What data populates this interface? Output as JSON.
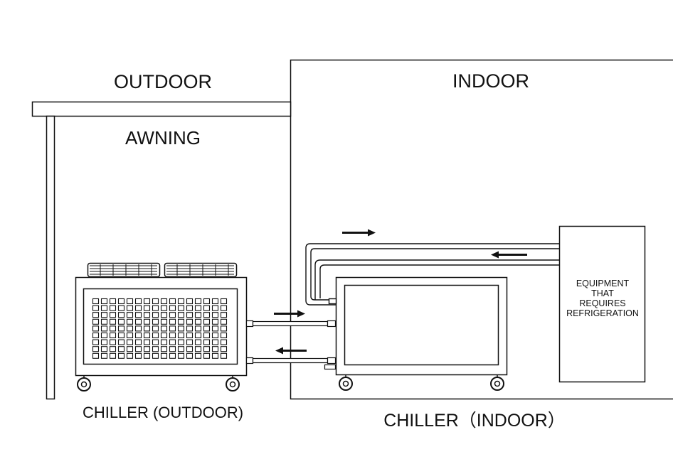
{
  "labels": {
    "outdoor": "OUTDOOR",
    "indoor": "INDOOR",
    "awning": "AWNING",
    "chiller_outdoor": "CHILLER (OUTDOOR)",
    "chiller_indoor": "CHILLER（INDOOR）",
    "equipment_lines": [
      "EQUIPMENT",
      "THAT",
      "REQUIRES",
      "REFRIGERATION"
    ]
  },
  "flow_arrows": [
    {
      "id": "flow-arrow-top-right",
      "direction": "right"
    },
    {
      "id": "flow-arrow-top-left",
      "direction": "left"
    },
    {
      "id": "flow-arrow-lower-right",
      "direction": "right"
    },
    {
      "id": "flow-arrow-lower-left",
      "direction": "left"
    }
  ],
  "colors": {
    "line": "#111111",
    "background": "#ffffff",
    "pipe_fill": "#ffffff"
  }
}
